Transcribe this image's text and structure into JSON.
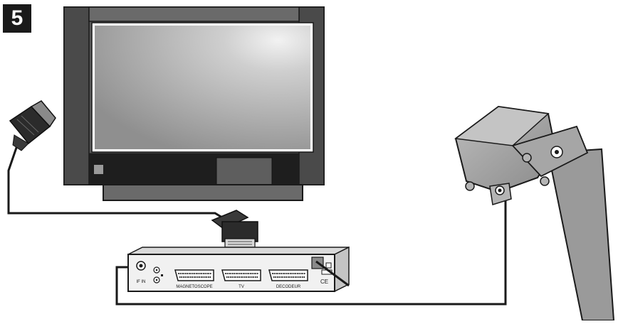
{
  "step_number": "5",
  "receiver": {
    "ports": {
      "if_in": "IF IN",
      "vcr": "MAGNETOSCOPE",
      "tv": "TV",
      "decoder": "DECODEUR"
    },
    "ce_mark": "CE"
  },
  "colors": {
    "cable": "#1a1a1a",
    "tv_frame": "#555555",
    "screen_light": "#d2d2d2",
    "screen_dark": "#9a9a9a",
    "lnb": "#9c9c9c"
  }
}
